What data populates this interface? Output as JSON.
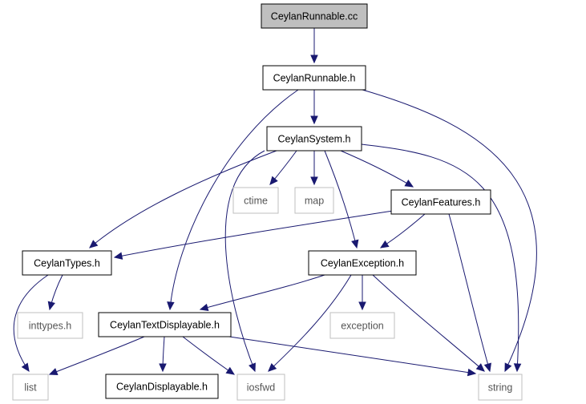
{
  "nodes": [
    {
      "id": "runnable_cc",
      "label": "CeylanRunnable.cc",
      "kind": "root"
    },
    {
      "id": "runnable_h",
      "label": "CeylanRunnable.h",
      "kind": "project"
    },
    {
      "id": "system_h",
      "label": "CeylanSystem.h",
      "kind": "project"
    },
    {
      "id": "ctime",
      "label": "ctime",
      "kind": "system"
    },
    {
      "id": "map",
      "label": "map",
      "kind": "system"
    },
    {
      "id": "features_h",
      "label": "CeylanFeatures.h",
      "kind": "project"
    },
    {
      "id": "types_h",
      "label": "CeylanTypes.h",
      "kind": "project"
    },
    {
      "id": "exception_h",
      "label": "CeylanException.h",
      "kind": "project"
    },
    {
      "id": "inttypes_h",
      "label": "inttypes.h",
      "kind": "system"
    },
    {
      "id": "textdisp_h",
      "label": "CeylanTextDisplayable.h",
      "kind": "project"
    },
    {
      "id": "exception",
      "label": "exception",
      "kind": "system"
    },
    {
      "id": "list",
      "label": "list",
      "kind": "system"
    },
    {
      "id": "displayable_h",
      "label": "CeylanDisplayable.h",
      "kind": "project"
    },
    {
      "id": "iosfwd",
      "label": "iosfwd",
      "kind": "system"
    },
    {
      "id": "string",
      "label": "string",
      "kind": "system"
    }
  ],
  "edges": [
    {
      "from": "runnable_cc",
      "to": "runnable_h"
    },
    {
      "from": "runnable_h",
      "to": "system_h"
    },
    {
      "from": "runnable_h",
      "to": "textdisp_h"
    },
    {
      "from": "runnable_h",
      "to": "string"
    },
    {
      "from": "system_h",
      "to": "types_h"
    },
    {
      "from": "system_h",
      "to": "ctime"
    },
    {
      "from": "system_h",
      "to": "map"
    },
    {
      "from": "system_h",
      "to": "features_h"
    },
    {
      "from": "system_h",
      "to": "exception_h"
    },
    {
      "from": "system_h",
      "to": "iosfwd"
    },
    {
      "from": "system_h",
      "to": "string"
    },
    {
      "from": "features_h",
      "to": "types_h"
    },
    {
      "from": "features_h",
      "to": "exception_h"
    },
    {
      "from": "features_h",
      "to": "string"
    },
    {
      "from": "types_h",
      "to": "inttypes_h"
    },
    {
      "from": "types_h",
      "to": "list"
    },
    {
      "from": "exception_h",
      "to": "textdisp_h"
    },
    {
      "from": "exception_h",
      "to": "exception"
    },
    {
      "from": "exception_h",
      "to": "iosfwd"
    },
    {
      "from": "exception_h",
      "to": "string"
    },
    {
      "from": "textdisp_h",
      "to": "list"
    },
    {
      "from": "textdisp_h",
      "to": "displayable_h"
    },
    {
      "from": "textdisp_h",
      "to": "iosfwd"
    },
    {
      "from": "textdisp_h",
      "to": "string"
    }
  ],
  "colors": {
    "edge": "#191970",
    "project_border": "#000000",
    "system_border": "#bfbfbf",
    "root_fill": "#bfbfbf",
    "system_text": "#555555"
  }
}
